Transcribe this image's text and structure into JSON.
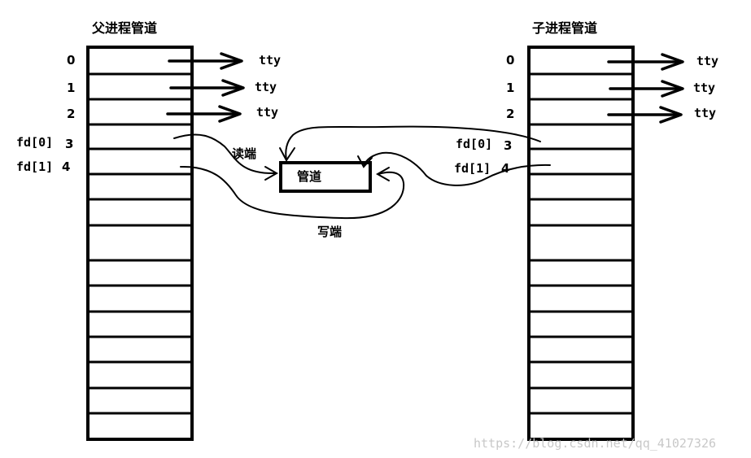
{
  "parent": {
    "title": "父进程管道",
    "index_labels": [
      "0",
      "1",
      "2",
      "3",
      "4"
    ],
    "fd_labels": [
      "fd[0]",
      "fd[1]"
    ],
    "tty_labels": [
      "tty",
      "tty",
      "tty"
    ]
  },
  "child": {
    "title": "子进程管道",
    "index_labels": [
      "0",
      "1",
      "2",
      "3",
      "4"
    ],
    "fd_labels": [
      "fd[0]",
      "fd[1]"
    ],
    "tty_labels": [
      "tty",
      "tty",
      "tty"
    ]
  },
  "pipe": {
    "label": "管道",
    "read_end_label": "读端",
    "write_end_label": "写端"
  },
  "watermark": "https://blog.csdn.net/qq_41027326"
}
